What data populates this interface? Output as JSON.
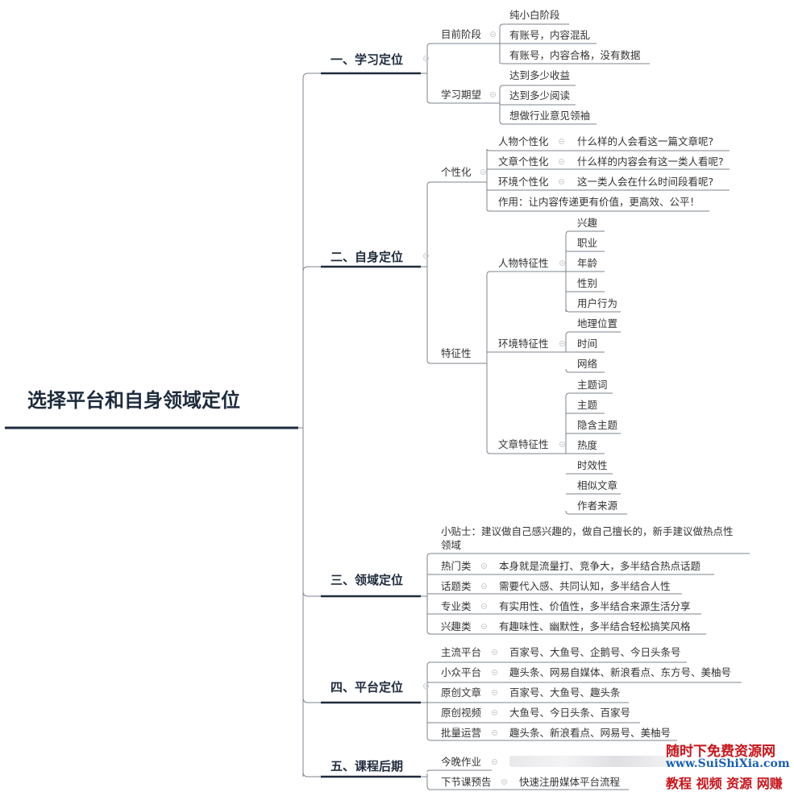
{
  "root": "选择平台和自身领域定位",
  "s1": {
    "title": "一、学习定位",
    "a": "目前阶段",
    "a1": "纯小白阶段",
    "a2": "有账号，内容混乱",
    "a3": "有账号，内容合格，没有数据",
    "b": "学习期望",
    "b1": "达到多少收益",
    "b2": "达到多少阅读",
    "b3": "想做行业意见领袖"
  },
  "s2": {
    "title": "二、自身定位",
    "p": "个性化",
    "p1": "人物个性化",
    "p1d": "什么样的人会看这一篇文章呢?",
    "p2": "文章个性化",
    "p2d": "什么样的内容会有这一类人看呢?",
    "p3": "环境个性化",
    "p3d": "这一类人会在什么时间段看呢?",
    "p4": "作用：让内容传递更有价值，更高效、公平！",
    "f": "特征性",
    "f1": "人物特征性",
    "f1a": "兴趣",
    "f1b": "职业",
    "f1c": "年龄",
    "f1d": "性别",
    "f1e": "用户行为",
    "f2": "环境特征性",
    "f2a": "地理位置",
    "f2b": "时间",
    "f2c": "网络",
    "f3": "文章特征性",
    "f3a": "主题词",
    "f3b": "主题",
    "f3c": "隐含主题",
    "f3d": "热度",
    "f3e": "时效性",
    "f3f": "相似文章",
    "f3g": "作者来源"
  },
  "s3": {
    "title": "三、领域定位",
    "tip1": "小贴士：建议做自己感兴趣的，做自己擅长的，新手建议做热点性",
    "tip2": "领域",
    "r1": "热门类",
    "r1d": "本身就是流量打、竞争大，多半结合热点话题",
    "r2": "话题类",
    "r2d": "需要代入感、共同认知，多半结合人性",
    "r3": "专业类",
    "r3d": "有实用性、价值性，多半结合来源生活分享",
    "r4": "兴趣类",
    "r4d": "有趣味性、幽默性，多半结合轻松搞笑风格"
  },
  "s4": {
    "title": "四、平台定位",
    "r1": "主流平台",
    "r1d": "百家号、大鱼号、企鹅号、今日头条号",
    "r2": "小众平台",
    "r2d": "趣头条、网易自媒体、新浪看点、东方号、美柚号",
    "r3": "原创文章",
    "r3d": "百家号、大鱼号、趣头条",
    "r4": "原创视频",
    "r4d": "大鱼号、今日头条、百家号",
    "r5": "批量运营",
    "r5d": "趣头条、新浪看点、网易号、美柚号"
  },
  "s5": {
    "title": "五、课程后期",
    "r1": "今晚作业",
    "r2": "下节课预告",
    "r2d": "快速注册媒体平台流程"
  },
  "watermark": {
    "line1": "随时下免费资源网",
    "line2": "www.SuiShiXia.com",
    "line3": "教程 视频 资源 网赚"
  },
  "colors": {
    "line": "#7d848c",
    "root_text": "#1e2b3c",
    "text": "#333333",
    "watermark_red": "#c8151a",
    "watermark_blue": "#1a5fb4"
  }
}
